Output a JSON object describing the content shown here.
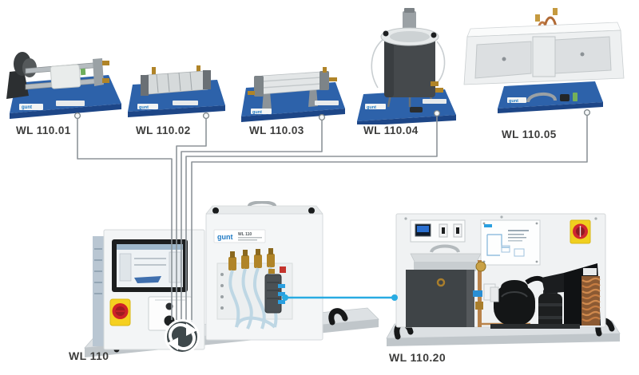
{
  "diagram": {
    "brand": "gunt",
    "modules": [
      {
        "label": "WL 110.01"
      },
      {
        "label": "WL 110.02"
      },
      {
        "label": "WL 110.03"
      },
      {
        "label": "WL 110.04"
      },
      {
        "label": "WL 110.05"
      }
    ],
    "base_unit": {
      "label": "WL 110",
      "badge": "WL 110"
    },
    "chiller_unit": {
      "label": "WL 110.20"
    },
    "icons": {
      "exchange": "circular-arrows-icon",
      "connector": "connector-port"
    },
    "colors": {
      "plate_blue": "#2d62aa",
      "plate_blue_dark": "#1d4687",
      "link_blue": "#29abe2",
      "line_gray": "#8d9499",
      "label_text": "#3d3d3c",
      "exchange_icon_bg": "#3e484b",
      "estop_red": "#cf2128",
      "estop_yellow": "#f5d020",
      "brass": "#b08428",
      "copper": "#c07a45"
    }
  }
}
